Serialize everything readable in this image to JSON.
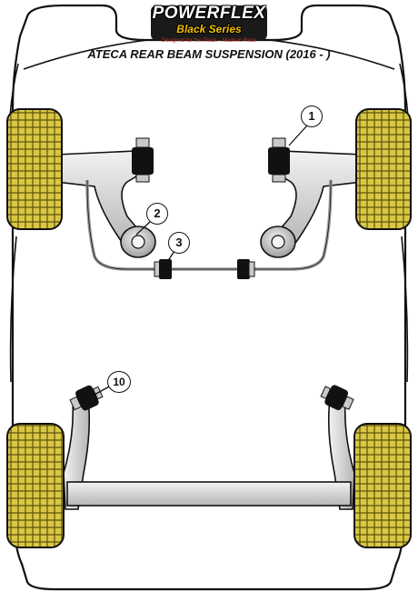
{
  "logo": {
    "brand": "POWERFLEX",
    "series": "Black Series",
    "tagline": "Designed for the Track – Made to Race"
  },
  "title": "ATECA REAR BEAM SUSPENSION (2016 - )",
  "callouts": {
    "c1": "1",
    "c2": "2",
    "c3": "3",
    "c10": "10"
  },
  "colors": {
    "tyre": "#d4c24a",
    "tyre_grid": "#6b5e10",
    "bush": "#111111",
    "metal_light": "#e6e6e6",
    "metal_dark": "#b8b8b8",
    "outline": "#222222"
  }
}
